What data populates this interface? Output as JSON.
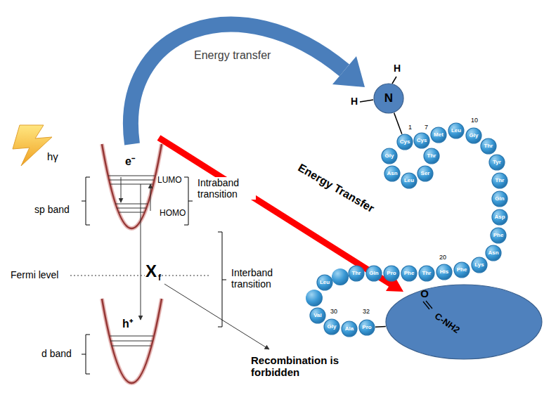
{
  "diagram": {
    "nodes": [
      {
        "text": [
          "N"
        ]
      },
      {
        "text": [
          "Cys"
        ]
      },
      {
        "text": [
          "Gly"
        ]
      },
      {
        "text": [
          "Asn"
        ]
      },
      {
        "text": [
          "Leu"
        ]
      },
      {
        "text": [
          "Ser"
        ]
      },
      {
        "text": [
          "Thr"
        ]
      },
      {
        "text": [
          "Cys"
        ]
      },
      {
        "text": [
          "Met"
        ]
      },
      {
        "text": [
          "Leu"
        ]
      },
      {
        "text": [
          "Gly"
        ]
      },
      {
        "text": [
          "Thr"
        ]
      },
      {
        "text": [
          "Tyr"
        ]
      },
      {
        "text": [
          "Thr"
        ]
      },
      {
        "text": [
          "Gln"
        ]
      },
      {
        "text": [
          "Asp"
        ]
      },
      {
        "text": [
          "Phe"
        ]
      },
      {
        "text": [
          "Asn"
        ]
      },
      {
        "text": [
          "Lys"
        ]
      },
      {
        "text": [
          "Phe"
        ]
      },
      {
        "text": [
          "His"
        ]
      },
      {
        "text": [
          "Thr"
        ]
      },
      {
        "text": [
          "Phe"
        ]
      },
      {
        "text": [
          "Pro"
        ]
      },
      {
        "text": [
          "Gln"
        ]
      },
      {
        "text": [
          "Thr"
        ]
      },
      {
        "text": [
          "Leu"
        ]
      },
      {
        "text": [
          "Val"
        ]
      },
      {
        "text": [
          "Gly"
        ]
      },
      {
        "text": [
          "Ala"
        ]
      },
      {
        "text": [
          "Pro"
        ]
      },
      {
        "text": [
          "O",
          "C-NH2"
        ]
      }
    ],
    "edges": [
      {
        "from": 0,
        "to": 1,
        "arrow": "none"
      },
      {
        "from": 30,
        "to": 31,
        "arrow": "none"
      }
    ],
    "labels": [
      "hγ",
      "e⁻",
      "LUMO",
      "HOMO",
      "sp band",
      "Intraband transition",
      "Fermi level",
      "X",
      "f",
      "Interband transition",
      "h⁺",
      "d band",
      "Recombination is forbidden",
      "Energy transfer",
      "Energy Transfer",
      "H",
      "H",
      "1",
      "7",
      "10",
      "20",
      "30",
      "32"
    ]
  }
}
